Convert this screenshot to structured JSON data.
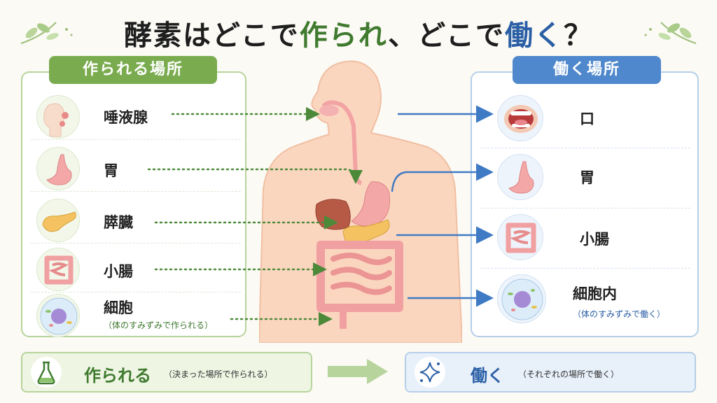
{
  "title": {
    "part1": "酵素はどこで",
    "part2": "作られ",
    "part3": "、どこで",
    "part4": "働く",
    "part5": "？"
  },
  "left_panel": {
    "header": "作られる場所",
    "items": [
      {
        "label": "唾液腺",
        "icon": "salivary-gland-icon"
      },
      {
        "label": "胃",
        "icon": "stomach-icon"
      },
      {
        "label": "膵臓",
        "icon": "pancreas-icon"
      },
      {
        "label": "小腸",
        "icon": "small-intestine-icon"
      },
      {
        "label": "細胞",
        "sub": "（体のすみずみで作られる）",
        "icon": "cell-icon"
      }
    ]
  },
  "right_panel": {
    "header": "働く場所",
    "items": [
      {
        "label": "口",
        "icon": "mouth-icon"
      },
      {
        "label": "胃",
        "icon": "stomach-icon"
      },
      {
        "label": "小腸",
        "icon": "small-intestine-icon"
      },
      {
        "label": "細胞内",
        "sub": "（体のすみずみで働く）",
        "icon": "cell-icon"
      }
    ]
  },
  "bottom": {
    "left_main": "作られる",
    "left_sub": "（決まった場所で作られる）",
    "right_main": "働く",
    "right_sub": "（それぞれの場所で働く）"
  },
  "colors": {
    "green": "#3f7a2f",
    "green_light": "#7aac4f",
    "blue": "#2b5fa5",
    "blue_light": "#4f88cc"
  }
}
